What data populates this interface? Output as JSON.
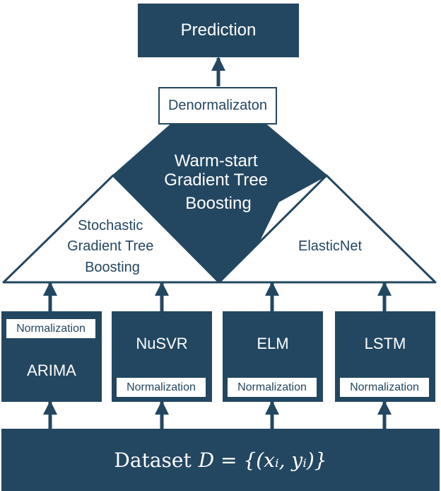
{
  "colors": {
    "primary": "#234761",
    "background": "#ffffff"
  },
  "output": {
    "prediction": "Prediction",
    "denormalization": "Denormalizaton"
  },
  "meta_learner": "Warm-start Gradient Tree Boosting",
  "meta_learner_lines": [
    "Warm-start",
    "Gradient Tree",
    "Boosting"
  ],
  "combiners": {
    "left_lines": [
      "Stochastic",
      "Gradient Tree",
      "Boosting"
    ],
    "right": "ElasticNet"
  },
  "base_models": [
    {
      "name": "ARIMA",
      "normalization": "Normalization"
    },
    {
      "name": "NuSVR",
      "normalization": "Normalization"
    },
    {
      "name": "ELM",
      "normalization": "Normalization"
    },
    {
      "name": "LSTM",
      "normalization": "Normalization"
    }
  ],
  "dataset": {
    "prefix": "Dataset",
    "formula": "D = {(xᵢ, yᵢ)}"
  }
}
